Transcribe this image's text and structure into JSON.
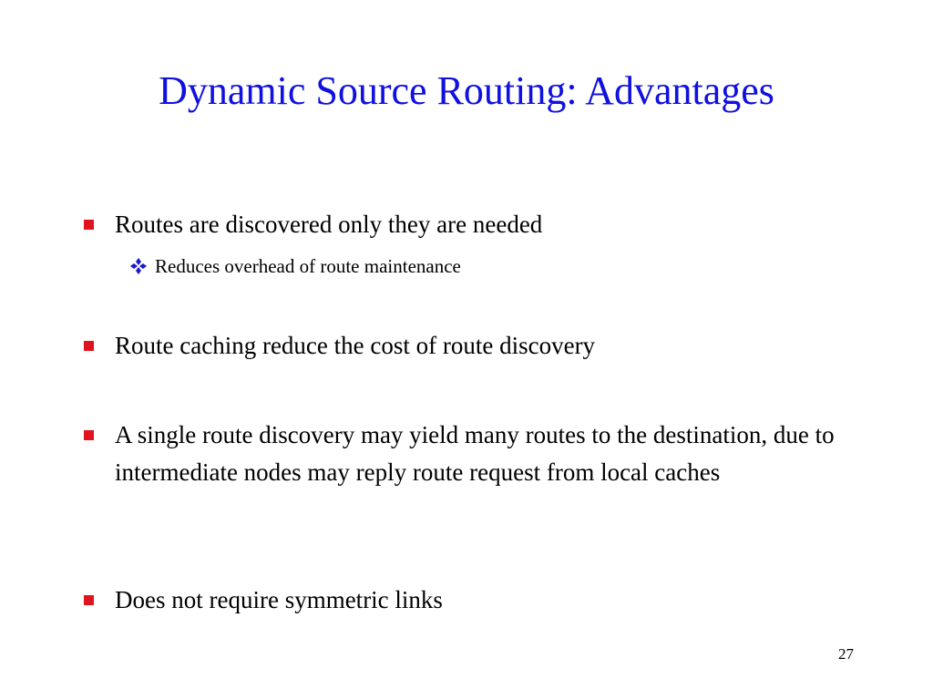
{
  "slide": {
    "title": "Dynamic Source Routing: Advantages",
    "bullets": [
      {
        "text": "Routes are  discovered only they are needed",
        "sub": "Reduces overhead of route maintenance"
      },
      {
        "text": "Route caching  reduce the cost of route discovery"
      },
      {
        "text": "A single route discovery may yield many routes to the destination, due to intermediate nodes may reply route request from local caches"
      },
      {
        "text": "Does not require symmetric links"
      }
    ],
    "page_number": "27"
  },
  "colors": {
    "title": "#1010e0",
    "bullet_marker": "#e0141e",
    "sub_bullet_marker": "#1a1ad0",
    "text": "#000000",
    "background": "#ffffff"
  },
  "icons": {
    "bullet": "square-bullet-icon",
    "sub_bullet": "four-diamond-bullet-icon"
  }
}
